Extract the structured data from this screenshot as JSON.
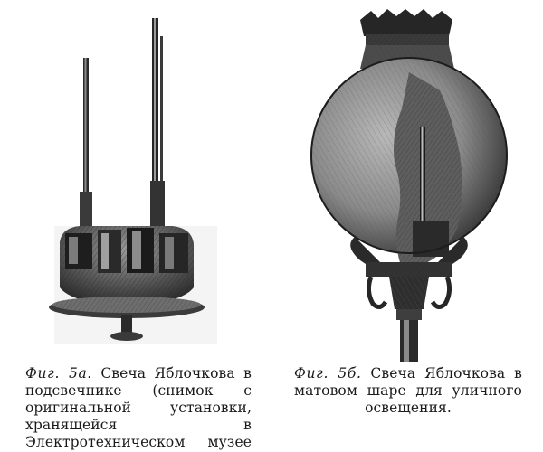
{
  "figures": [
    {
      "label": "Фиг. 5а.",
      "caption": "Свеча Яблочкова в подсвечнике (снимок с оригинальной установки, хранящейся в Электротехническом музее ЛПИ)."
    },
    {
      "label": "Фиг. 5б.",
      "caption": "Свеча Яблочкова в матовом шаре для уличного освещения."
    }
  ]
}
